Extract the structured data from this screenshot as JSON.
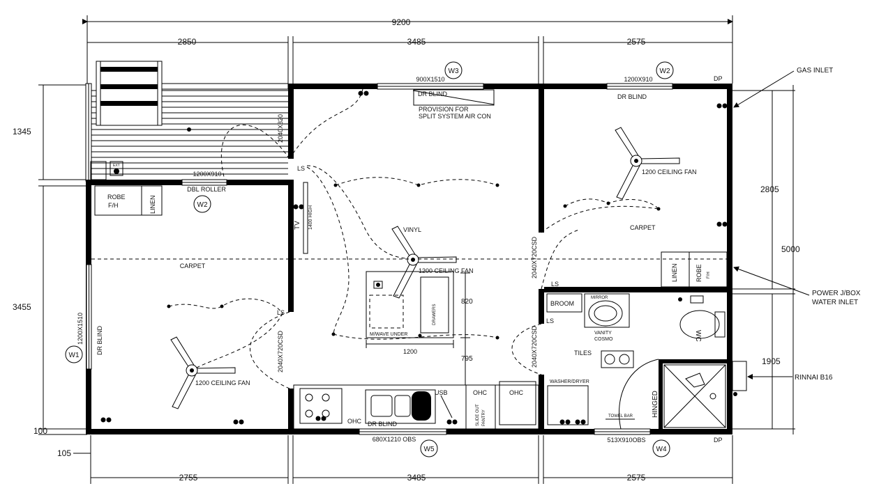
{
  "dimensions": {
    "total_width": "9200",
    "top_segments": [
      "2850",
      "3485",
      "2575"
    ],
    "bottom_segments": [
      "2755",
      "3485",
      "2575"
    ],
    "left_segments": [
      "1345",
      "3455",
      "100"
    ],
    "left_offset": "105",
    "right_segments": [
      "2805",
      "1905"
    ],
    "right_total": "5000"
  },
  "windows": {
    "w1": {
      "tag": "W1",
      "size": "1200X1510",
      "treatment": "DR BLIND"
    },
    "w2_left": {
      "tag": "W2",
      "size": "1200X910",
      "treatment": "DBL ROLLER"
    },
    "w3": {
      "tag": "W3",
      "size": "900X1510",
      "treatment": "DR BLIND"
    },
    "w2_right": {
      "tag": "W2",
      "size": "1200X910",
      "treatment": "DR BLIND"
    },
    "w5": {
      "tag": "W5",
      "size": "680X1210 OBS",
      "treatment": "DR BLIND"
    },
    "w4": {
      "tag": "W4",
      "size": "513X910OBS"
    }
  },
  "doors": {
    "deck_door": "2040X820",
    "bed1_door": "2040X720CSD",
    "bed2_door": "2040X720CSD",
    "bath_door": "2040X720CSD",
    "hinged": "HINGED"
  },
  "rooms": {
    "bed1": {
      "floor": "CARPET",
      "robe": "ROBE",
      "robe_sub": "F/H",
      "linen": "LINEN",
      "fan": "1200 CEILING FAN"
    },
    "living": {
      "floor": "VINYL",
      "fan": "1200 CEILING FAN",
      "tv": "TV",
      "tv_note": "1400 HIGH",
      "aircon_note": [
        "PROVISION FOR",
        "SPLIT SYSTEM AIR CON"
      ]
    },
    "bed2": {
      "floor": "CARPET",
      "fan": "1200 CEILING FAN",
      "robe": "ROBE",
      "robe_sub": "F/H",
      "linen": "LINEN"
    },
    "bathroom": {
      "broom": "BROOM",
      "mirror": "MIRROR",
      "vanity": [
        "VANITY",
        "COSMO"
      ],
      "floor": "TILES",
      "washer": "WASHER/DRYER",
      "towel": "TOWEL BAR",
      "wc": "WC"
    }
  },
  "kitchen": {
    "island_width": "1200",
    "island_depth": "820",
    "clearance": "795",
    "microwave": "M/WAVE UNDER",
    "drawers": "DRAWERS",
    "usb": "USB",
    "ohc": [
      "OHC",
      "OHC",
      "OHC"
    ],
    "pantry": [
      "SLIDE OUT",
      "PANTRY"
    ],
    "bench_blind": "DR BLIND"
  },
  "switches": {
    "ls": "LS",
    "dp": "DP",
    "ext": "EXT"
  },
  "annotations": {
    "gas": "GAS INLET",
    "power": "POWER J/BOX",
    "water": "WATER INLET",
    "rinnai": "RINNAI B16"
  }
}
